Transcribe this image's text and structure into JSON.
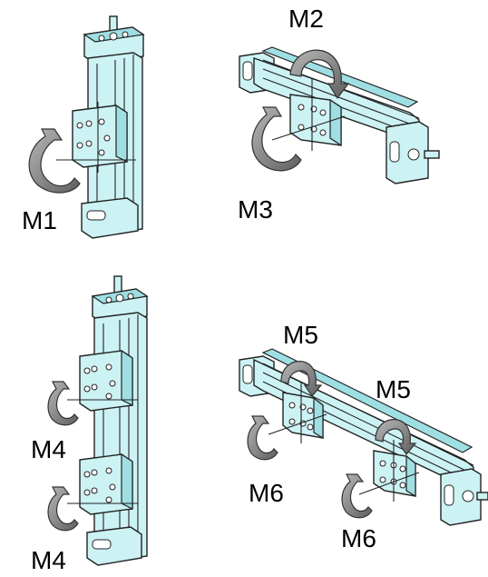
{
  "labels": {
    "m1": "M1",
    "m2": "M2",
    "m3": "M3",
    "m4_top": "M4",
    "m4_bottom": "M4",
    "m5_left": "M5",
    "m5_right": "M5",
    "m6_left": "M6",
    "m6_right": "M6"
  },
  "colors": {
    "actuator_body": "#ccf2f4",
    "actuator_shade": "#9fdfe3",
    "moment_arrow": "#8a8a8a",
    "outline": "#222222"
  }
}
